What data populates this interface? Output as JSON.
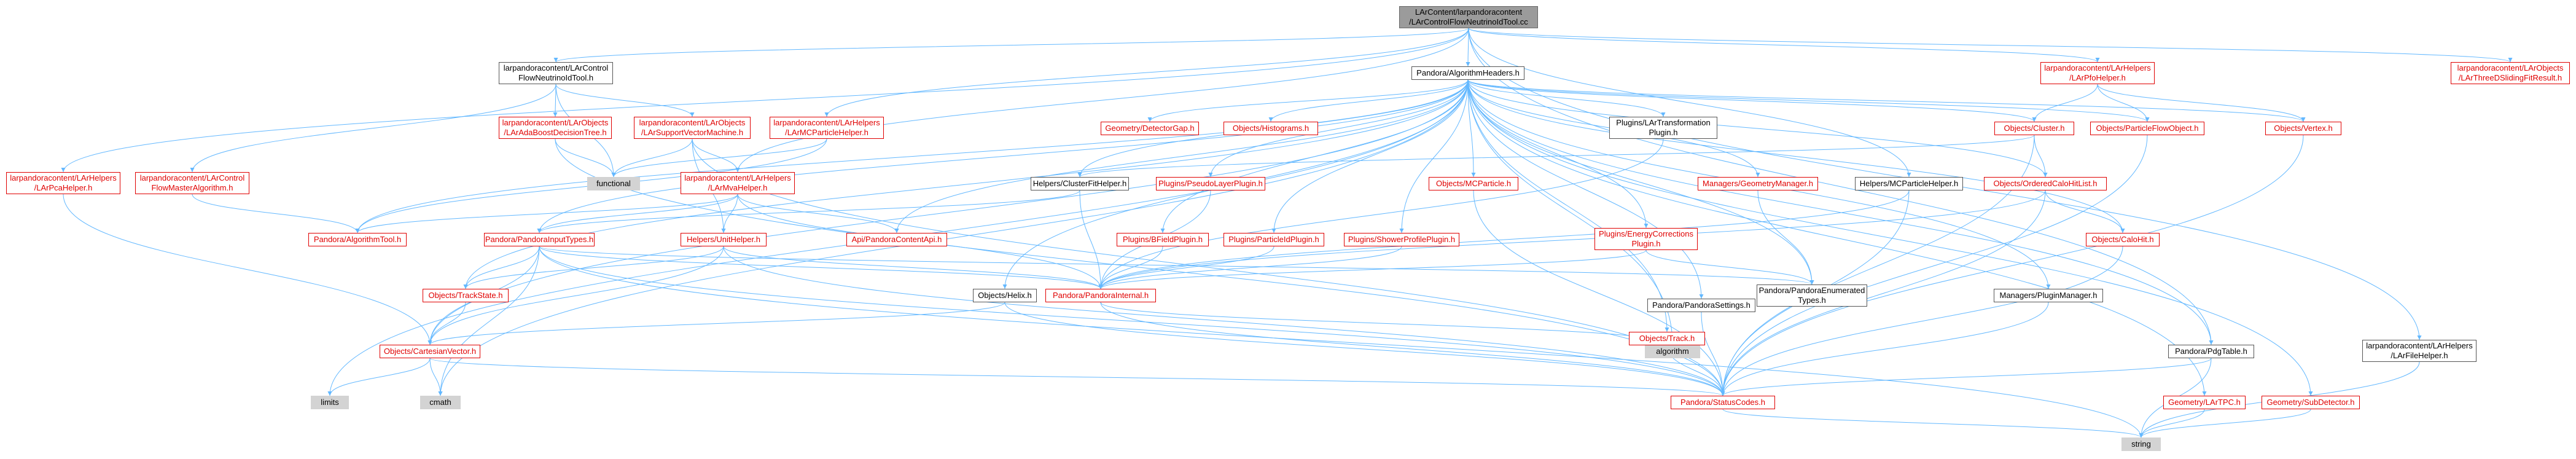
{
  "colors": {
    "edge": "#63b8ff",
    "node_border_normal": "#999999",
    "node_border_missing": "#e00000",
    "root_fill": "#9b9b9b",
    "system_fill": "#d3d3d3"
  },
  "nodes": {
    "root": "LArContent/larpandoracontent\n/LArControlFlowNeutrinoIdTool.cc",
    "flowneutrino": "larpandoracontent/LArControl\nFlowNeutrinoIdTool.h",
    "algheaders": "Pandora/AlgorithmHeaders.h",
    "pfohelper": "larpandoracontent/LArHelpers\n/LArPfoHelper.h",
    "slidingfit": "larpandoracontent/LArObjects\n/LArThreeDSlidingFitResult.h",
    "adaboost": "larpandoracontent/LArObjects\n/LArAdaBoostDecisionTree.h",
    "svm": "larpandoracontent/LArObjects\n/LArSupportVectorMachine.h",
    "mcparticlehelper": "larpandoracontent/LArHelpers\n/LArMCParticleHelper.h",
    "pcahelper": "larpandoracontent/LArHelpers\n/LArPcaHelper.h",
    "controlflowmaster": "larpandoracontent/LArControl\nFlowMasterAlgorithm.h",
    "mvahelper": "larpandoracontent/LArHelpers\n/LArMvaHelper.h",
    "functional": "functional",
    "algtool": "Pandora/AlgorithmTool.h",
    "inputtypes": "Pandora/PandoraInputTypes.h",
    "unithelper": "Helpers/UnitHelper.h",
    "apicontent": "Api/PandoraContentApi.h",
    "trackstate": "Objects/TrackState.h",
    "cartesian": "Objects/CartesianVector.h",
    "limits": "limits",
    "cmath": "cmath",
    "detectorgap": "Geometry/DetectorGap.h",
    "histograms": "Objects/Histograms.h",
    "clusterfit": "Helpers/ClusterFitHelper.h",
    "pseudolayer": "Plugins/PseudoLayerPlugin.h",
    "bfield": "Plugins/BFieldPlugin.h",
    "particleid": "Plugins/ParticleIdPlugin.h",
    "showerprofile": "Plugins/ShowerProfilePlugin.h",
    "pandorainternal": "Pandora/PandoraInternal.h",
    "helix": "Objects/Helix.h",
    "mcparticle": "Objects/MCParticle.h",
    "transformation": "Plugins/LArTransformation\nPlugin.h",
    "geomanager": "Managers/GeometryManager.h",
    "energycorr": "Plugins/EnergyCorrections\nPlugin.h",
    "settings": "Pandora/PandoraSettings.h",
    "algorithm": "algorithm",
    "track": "Objects/Track.h",
    "cluster": "Objects/Cluster.h",
    "pfo": "Objects/ParticleFlowObject.h",
    "vertex": "Objects/Vertex.h",
    "mcparticlehelperh": "Helpers/MCParticleHelper.h",
    "orderedcalohit": "Objects/OrderedCaloHitList.h",
    "calohit": "Objects/CaloHit.h",
    "enumtypes": "Pandora/PandoraEnumerated\nTypes.h",
    "pluginmanager": "Managers/PluginManager.h",
    "pdgtable": "Pandora/PdgTable.h",
    "statuscodes": "Pandora/StatusCodes.h",
    "lartpc": "Geometry/LArTPC.h",
    "subdetector": "Geometry/SubDetector.h",
    "string": "string",
    "fithelper": "larpandoracontent/LArHelpers\n/LArFileHelper.h"
  }
}
